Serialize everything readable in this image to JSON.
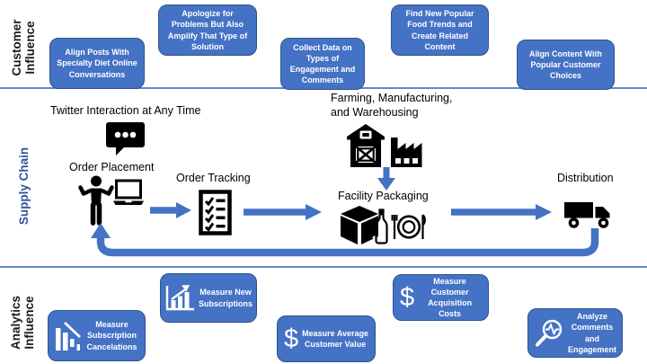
{
  "colors": {
    "box_fill": "#4472C4",
    "box_border": "#2F528F",
    "arrow_blue": "#4472C4",
    "divider_blue": "#6189CC",
    "supply_label_blue": "#2F5597"
  },
  "lanes": {
    "customer": {
      "label": "Customer Influence"
    },
    "supply": {
      "label": "Supply Chain"
    },
    "analytics": {
      "label": "Analytics Influence"
    }
  },
  "customer_boxes": [
    {
      "text": "Align Posts With\nSpecialty Diet Online\nConversations"
    },
    {
      "text": "Apologize for\nProblems But Also\nAmplify That Type of\nSolution"
    },
    {
      "text": "Collect Data on\nTypes of\nEngagement and\nComments"
    },
    {
      "text": "Find New Popular\nFood Trends and\nCreate Related\nContent"
    },
    {
      "text": "Align Content With\nPopular Customer\nChoices"
    }
  ],
  "supply_chain": {
    "twitter_label": "Twitter Interaction at Any Time",
    "order_placement_label": "Order Placement",
    "order_tracking_label": "Order Tracking",
    "farming_label": "Farming, Manufacturing,\nand Warehousing",
    "facility_label": "Facility Packaging",
    "distribution_label": "Distribution",
    "icons": [
      "speech-bubble-icon",
      "person-icon",
      "laptop-icon",
      "checklist-icon",
      "barn-icon",
      "factory-icon",
      "package-box-icon",
      "bottle-icon",
      "plate-cutlery-icon",
      "truck-icon"
    ]
  },
  "analytics_boxes": [
    {
      "icon": "declining-bars-icon",
      "text": "Measure\nSubscription\nCancelations"
    },
    {
      "icon": "rising-bars-icon",
      "text": "Measure New\nSubscriptions"
    },
    {
      "icon": "dollar-icon",
      "glyph": "$",
      "text": "Measure Average\nCustomer Value"
    },
    {
      "icon": "dollar-icon",
      "glyph": "$",
      "text": "Measure Customer\nAcquisition Costs"
    },
    {
      "icon": "magnifier-pulse-icon",
      "text": "Analyze\nComments\nand Engagement"
    }
  ]
}
